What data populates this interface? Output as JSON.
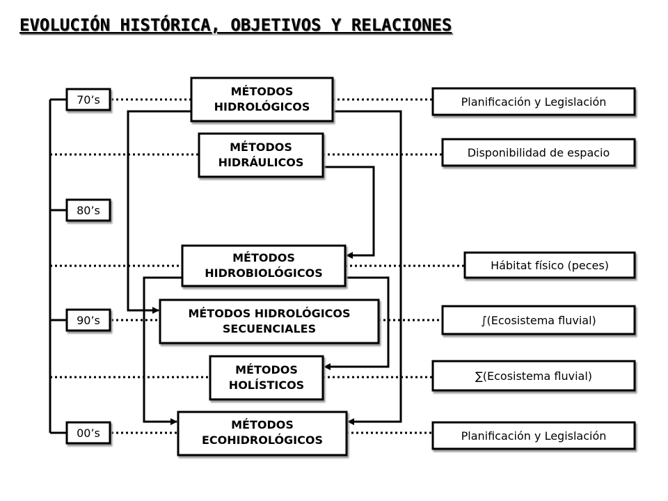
{
  "title": "EVOLUCIÓN HISTÓRICA, OBJETIVOS Y RELACIONES",
  "decades": [
    "70’s",
    "80’s",
    "90’s",
    "00’s"
  ],
  "methods": [
    [
      "MÉTODOS",
      "HIDROLÓGICOS"
    ],
    [
      "MÉTODOS",
      "HIDRÁULICOS"
    ],
    [
      "MÉTODOS",
      "HIDROBIOLÓGICOS"
    ],
    [
      "MÉTODOS HIDROLÓGICOS",
      "SECUENCIALES"
    ],
    [
      "MÉTODOS",
      "HOLÍSTICOS"
    ],
    [
      "MÉTODOS",
      "ECOHIDROLÓGICOS"
    ]
  ],
  "objectives": [
    "Planificación y Legislación",
    "Disponibilidad de espacio",
    "Hábitat físico (peces)",
    "∫(Ecosistema fluvial)",
    "∑(Ecosistema fluvial)",
    "Planificación y Legislación"
  ]
}
